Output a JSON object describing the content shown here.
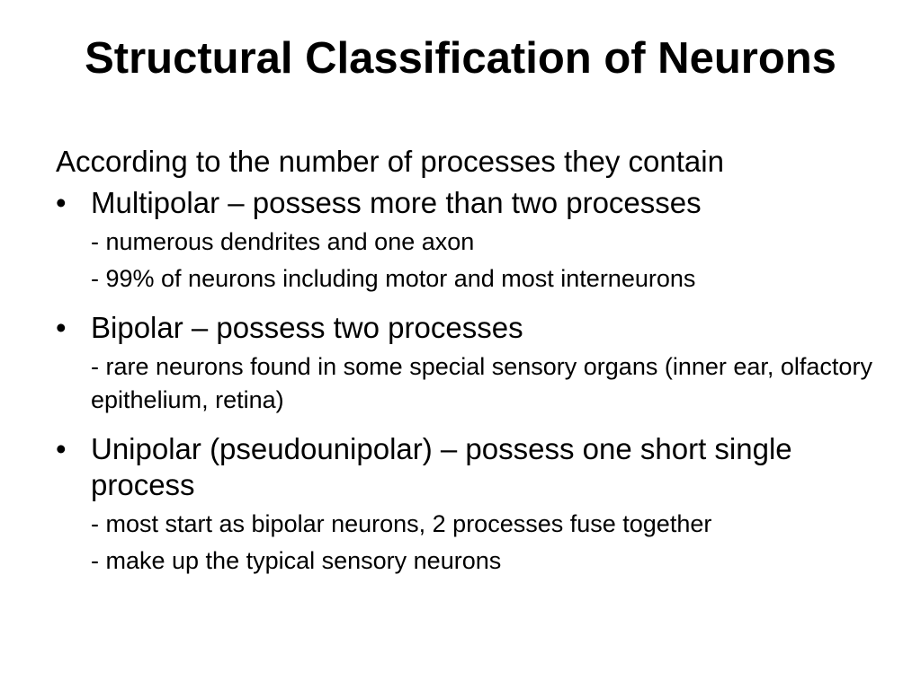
{
  "slide": {
    "title": "Structural Classification of Neurons",
    "intro": "According to the number of processes they contain",
    "bullet_char": "•",
    "bullets": [
      {
        "text": "Multipolar – possess more than two processes",
        "subs": [
          "- numerous dendrites and one axon",
          "- 99% of neurons including motor and most interneurons"
        ]
      },
      {
        "text": "Bipolar – possess two processes",
        "subs": [
          "- rare neurons found in some special sensory organs (inner ear, olfactory epithelium, retina)"
        ]
      },
      {
        "text": "Unipolar (pseudounipolar) – possess one short single process",
        "subs": [
          "- most start as bipolar neurons, 2 processes fuse together",
          "- make up the typical sensory neurons"
        ]
      }
    ]
  }
}
